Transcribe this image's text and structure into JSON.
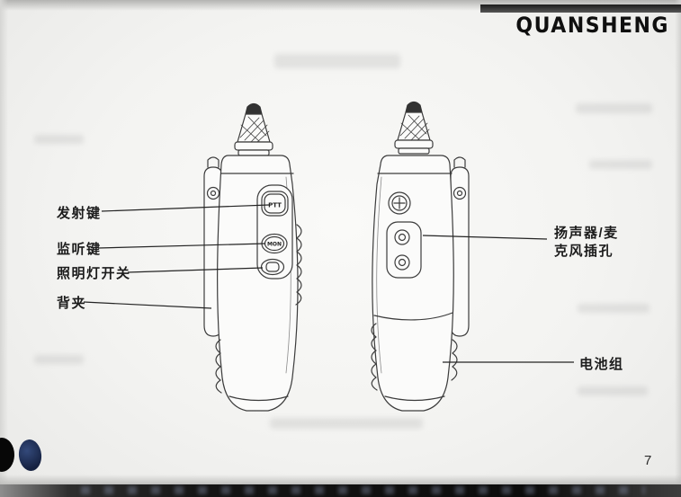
{
  "header": {
    "brand": "QUANSHENG"
  },
  "callouts": {
    "transmit_key": "发射键",
    "monitor_key": "监听键",
    "light_switch": "照明灯开关",
    "belt_clip": "背夹",
    "speaker_mic_line1": "扬声器/麦",
    "speaker_mic_line2": "克风插孔",
    "battery_pack": "电池组"
  },
  "device_buttons": {
    "ptt": "PTT",
    "mon": "MON"
  },
  "page_number": "7",
  "colors": {
    "ink": "#3c3c3c",
    "paper": "#f4f4f2"
  }
}
